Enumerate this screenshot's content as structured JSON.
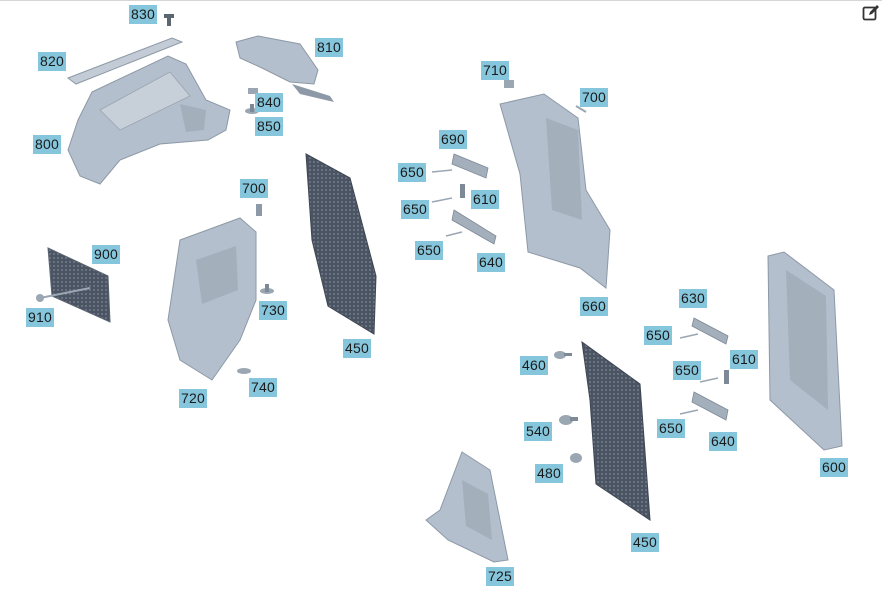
{
  "icons": {
    "edit": "edit-icon"
  },
  "colors": {
    "callout_bg": "#86c6dc",
    "part_fill": "#b3bfcc",
    "part_dark": "#8d99a6",
    "panel_fill": "#4b5463"
  },
  "callouts": [
    "830",
    "820",
    "810",
    "840",
    "850",
    "800",
    "710",
    "700",
    "690",
    "650",
    "610",
    "650",
    "650",
    "640",
    "700",
    "900",
    "910",
    "730",
    "720",
    "740",
    "450",
    "660",
    "630",
    "650",
    "610",
    "650",
    "650",
    "640",
    "460",
    "540",
    "480",
    "600",
    "450",
    "725"
  ]
}
